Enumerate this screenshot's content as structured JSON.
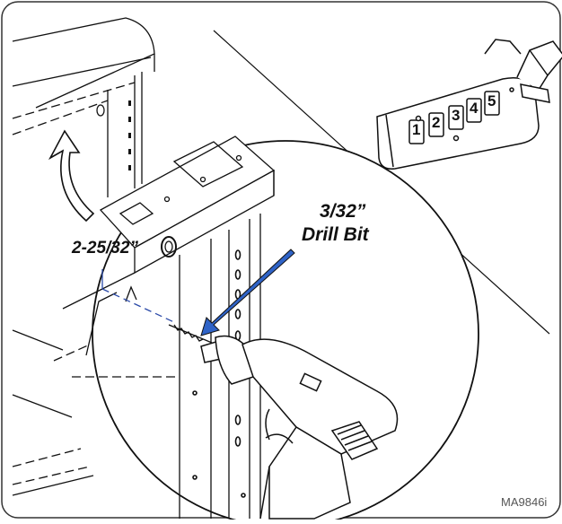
{
  "labels": {
    "hole_distance": "2-25/32”",
    "bit_size": "3/32”",
    "bit_name": "Drill Bit",
    "figure_code": "MA9846i"
  },
  "keypad": {
    "keys": [
      "1",
      "2",
      "3",
      "4",
      "5"
    ]
  },
  "colors": {
    "line": "#111111",
    "arrow_fill": "#2f63c7",
    "dim_line": "#2b4aa8",
    "panel_border": "#333333"
  }
}
